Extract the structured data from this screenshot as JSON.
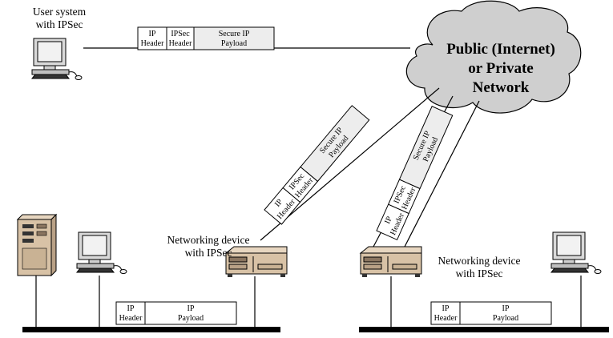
{
  "labels": {
    "user_system": "User system\nwith IPSec",
    "cloud": "Public (Internet)\nor Private\nNetwork",
    "netdev_left": "Networking device\nwith IPSec",
    "netdev_right": "Networking device\nwith IPSec"
  },
  "packets": {
    "secure": {
      "ip_header": [
        "IP",
        "Header"
      ],
      "ipsec_header": [
        "IPSec",
        "Header"
      ],
      "payload": [
        "Secure IP",
        "Payload"
      ]
    },
    "plain": {
      "ip_header": [
        "IP",
        "Header"
      ],
      "payload": [
        "IP",
        "Payload"
      ]
    }
  },
  "colors": {
    "cloud_fill": "#cfcfcf",
    "device_tan": "#d8c2a6",
    "monitor_screen": "#f2f2f2",
    "payload_fill": "#ededed"
  }
}
